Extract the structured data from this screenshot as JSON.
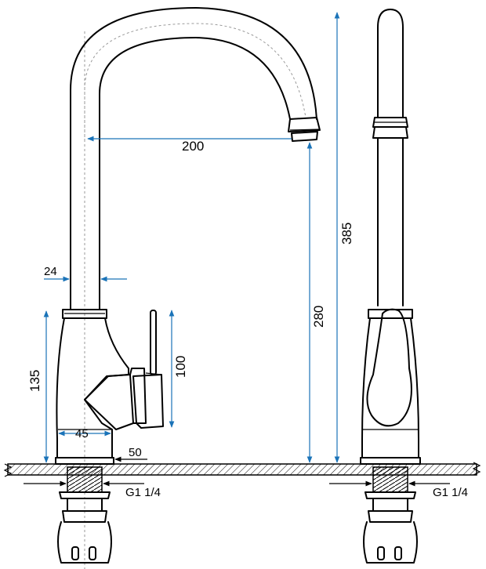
{
  "dimensions": {
    "spout_reach": "200",
    "pipe_diameter": "24",
    "total_height": "385",
    "spout_height": "280",
    "body_height": "135",
    "lever_height": "100",
    "base_width": "45",
    "base_offset": "50",
    "thread_front": "G1 1/4",
    "thread_side": "G1 1/4"
  },
  "colors": {
    "dimension_line": "#1a73b8",
    "outline": "#000000"
  }
}
